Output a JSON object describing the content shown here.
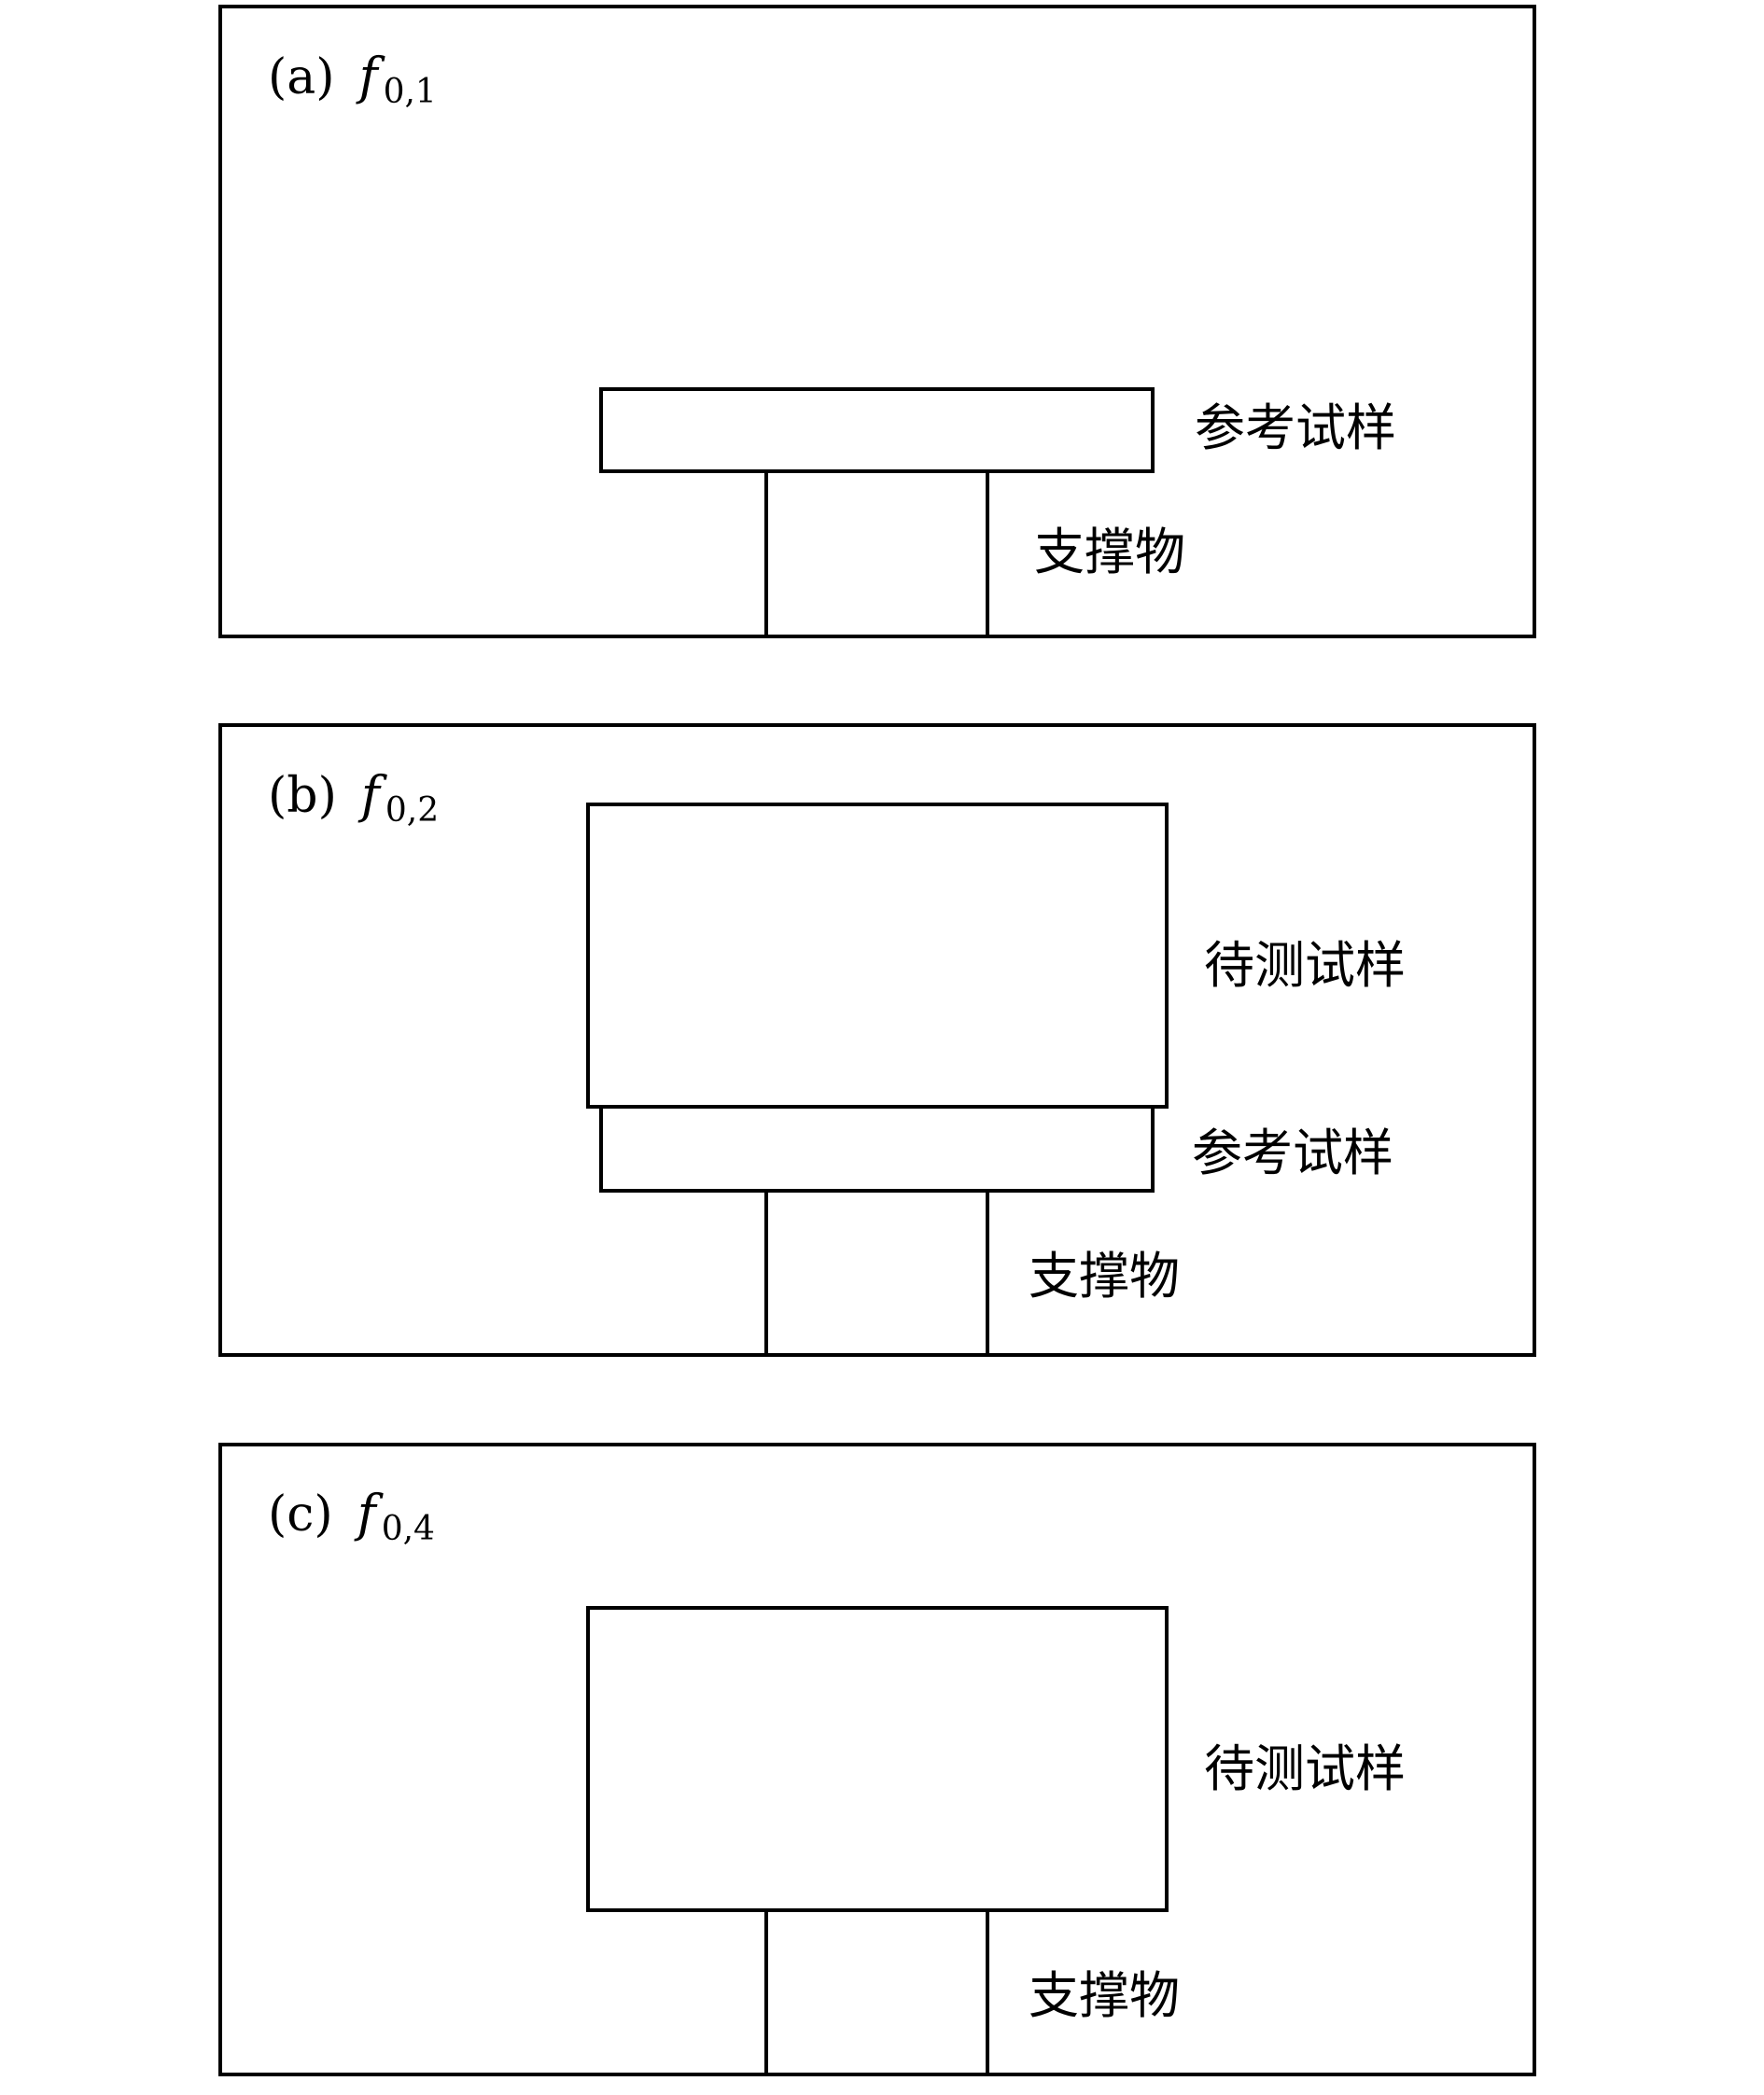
{
  "panels": [
    {
      "tag": "(a)",
      "symbol": "f",
      "subscript": "0,1",
      "labels": {
        "reference_sample": "参考试样",
        "support": "支撑物"
      }
    },
    {
      "tag": "(b)",
      "symbol": "f",
      "subscript": "0,2",
      "labels": {
        "test_sample": "待测试样",
        "reference_sample": "参考试样",
        "support": "支撑物"
      }
    },
    {
      "tag": "(c)",
      "symbol": "f",
      "subscript": "0,4",
      "labels": {
        "test_sample": "待测试样",
        "support": "支撑物"
      }
    }
  ]
}
